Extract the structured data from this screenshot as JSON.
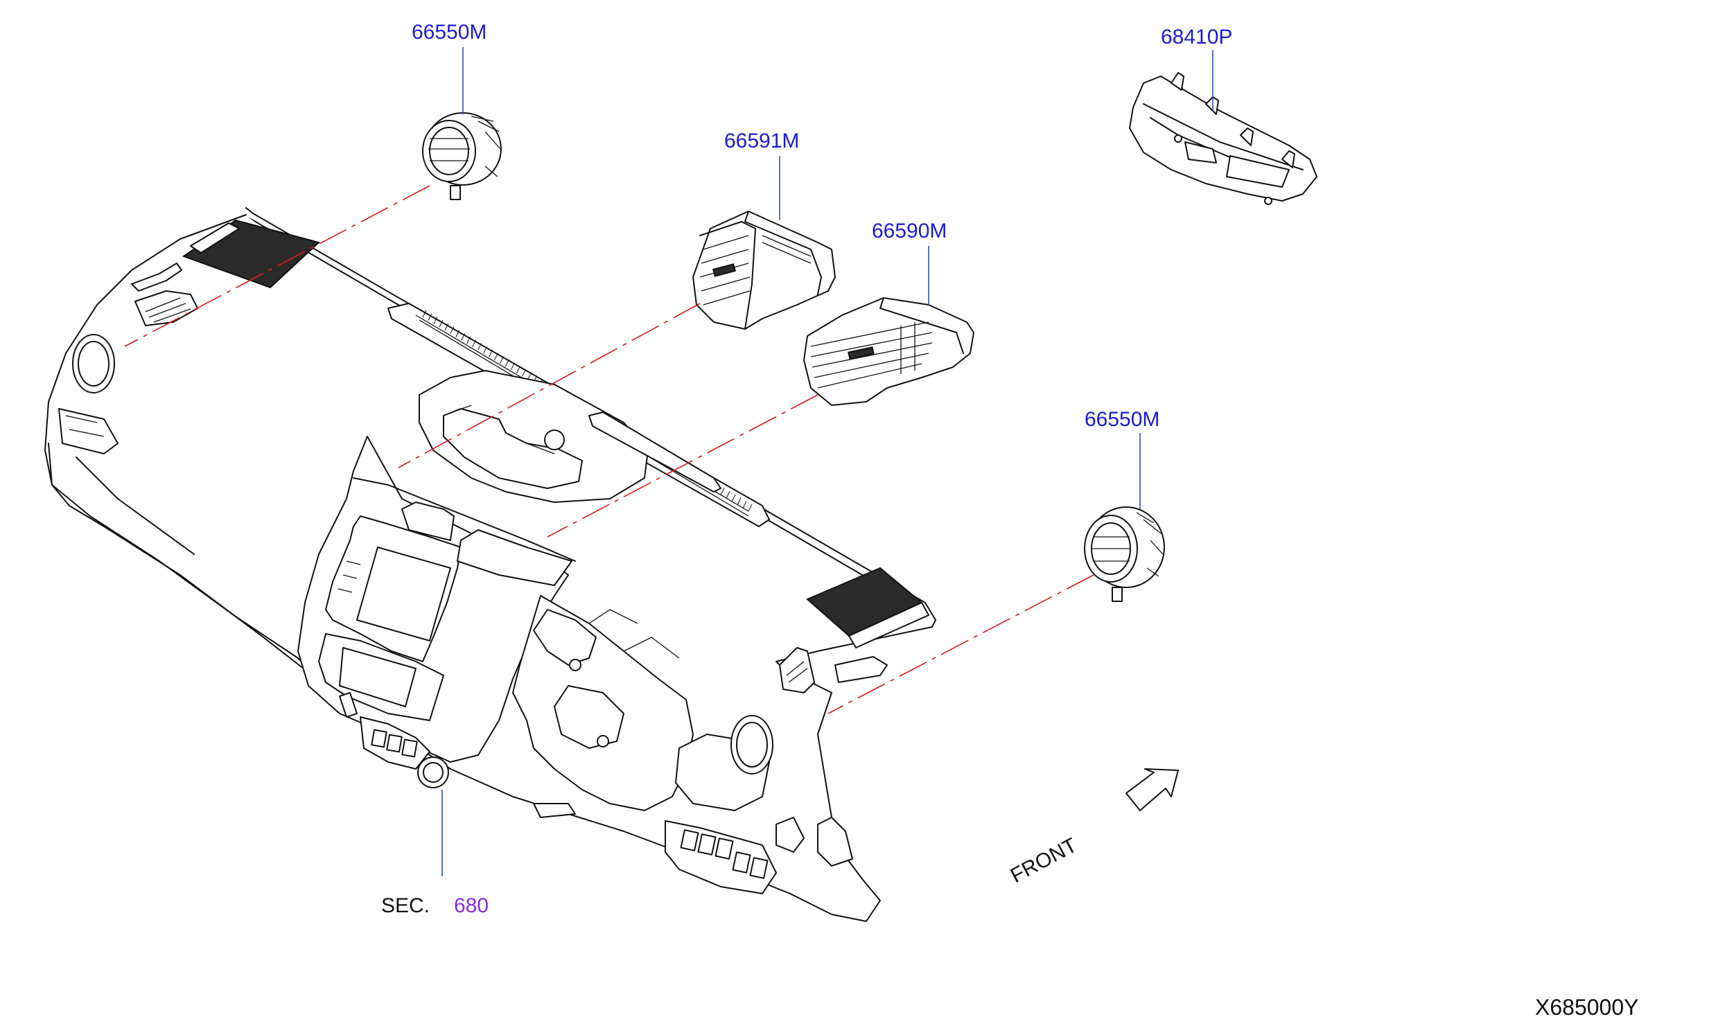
{
  "callouts": {
    "speaker_left": "66550M",
    "grille_cover": "68410P",
    "vent_upper": "66591M",
    "vent_lower": "66590M",
    "speaker_right": "66550M"
  },
  "section_ref": {
    "prefix": "SEC.",
    "number": "680"
  },
  "front_label": "FRONT",
  "diagram_code": "X685000Y",
  "colors": {
    "part_number": "#1a1ad8",
    "section_number": "#8a2be2",
    "leader_line": "#2a4fbf",
    "exploded_line": "#e01818"
  }
}
